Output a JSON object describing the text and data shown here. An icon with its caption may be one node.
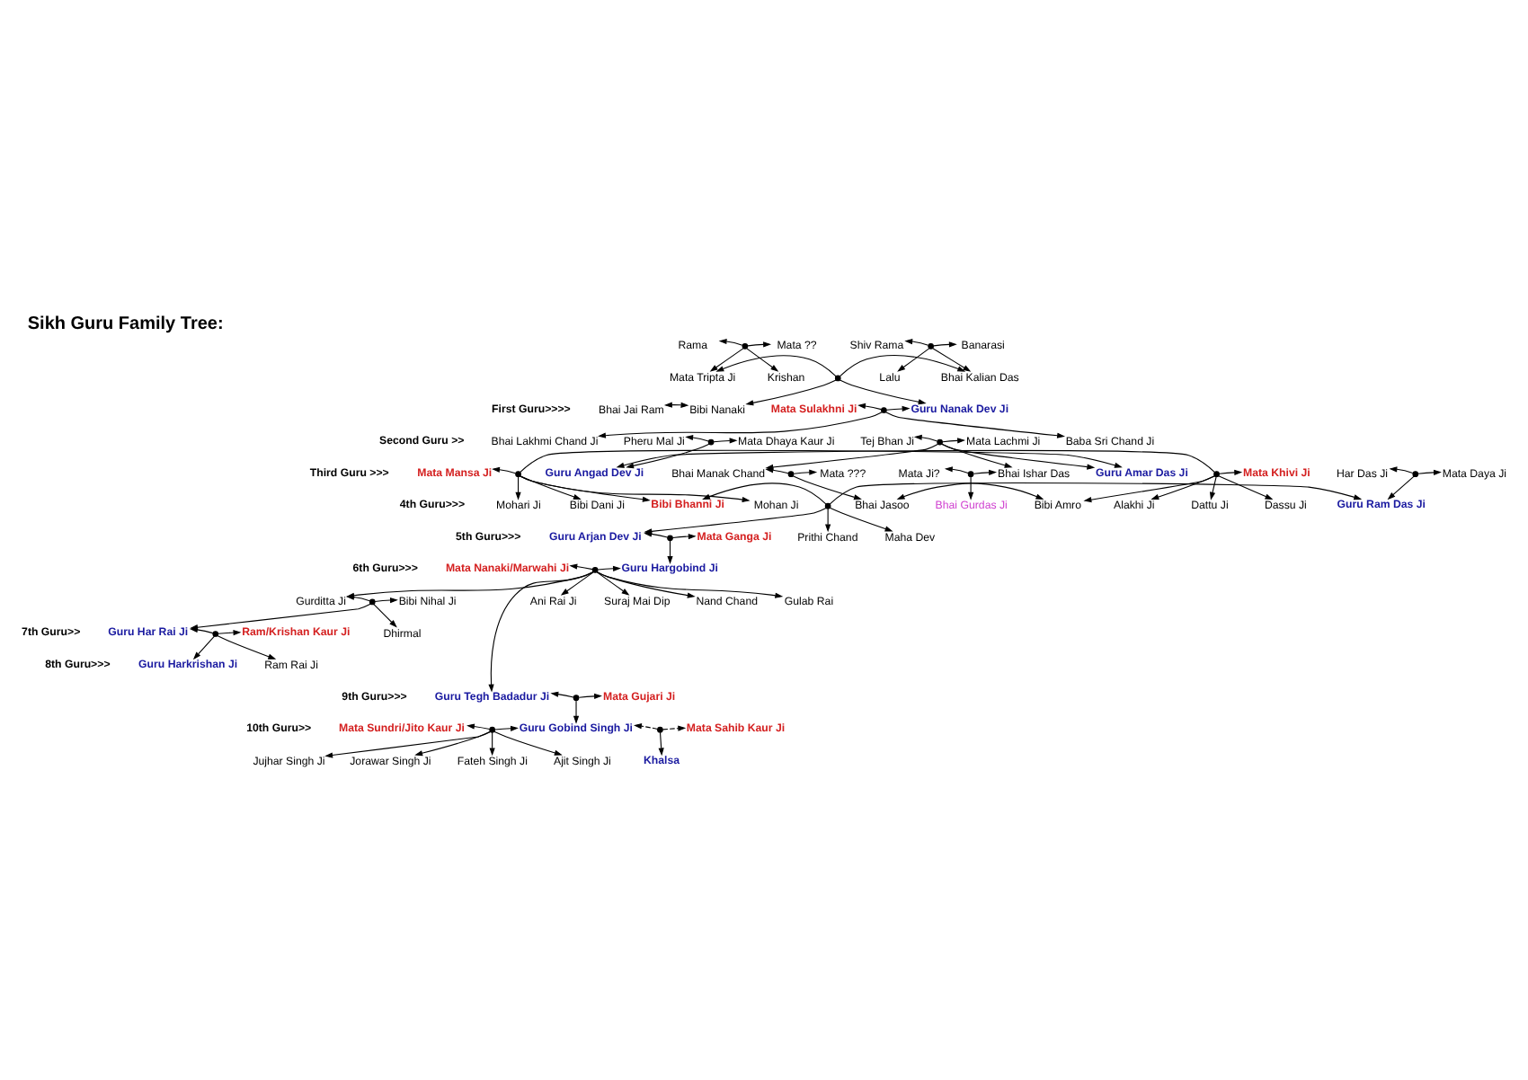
{
  "diagram": {
    "title": "Sikh Guru Family Tree:",
    "nodes": [
      {
        "text": [
          "Rama"
        ]
      },
      {
        "text": [],
        "shape": "circle"
      },
      {
        "text": [
          "Mata ??"
        ]
      },
      {
        "text": [
          "Shiv Rama"
        ]
      },
      {
        "text": [],
        "shape": "circle"
      },
      {
        "text": [
          "Banarasi"
        ]
      },
      {
        "text": [
          "Krishan"
        ]
      },
      {
        "text": [
          "Mata Tripta Ji"
        ]
      },
      {
        "text": [],
        "shape": "circle"
      },
      {
        "text": [
          "Bhai Kalian Das"
        ]
      },
      {
        "text": [
          "Lalu"
        ]
      },
      {
        "text": [
          "Pheru Mal Ji"
        ]
      },
      {
        "text": [],
        "shape": "circle"
      },
      {
        "text": [
          "Mata Dhaya Kaur Ji"
        ]
      },
      {
        "text": [
          "Bhai Jai Ram"
        ]
      },
      {
        "text": [
          "Bibi Nanaki"
        ]
      },
      {
        "text": [
          "Mata Sulakhni Ji"
        ]
      },
      {
        "text": [],
        "shape": "circle"
      },
      {
        "text": [
          "Guru Nanak Dev Ji"
        ]
      },
      {
        "text": [
          "Baba Sri Chand Ji"
        ]
      },
      {
        "text": [
          "Bhai Lakhmi Chand Ji"
        ]
      },
      {
        "text": [
          "Guru Angad Dev Ji"
        ]
      },
      {
        "text": [],
        "shape": "circle"
      },
      {
        "text": [
          "Mata Khivi Ji"
        ]
      },
      {
        "text": [
          "Tej Bhan Ji"
        ]
      },
      {
        "text": [],
        "shape": "circle"
      },
      {
        "text": [
          "Mata Lachmi Ji"
        ]
      },
      {
        "text": [
          "Mata Ji?"
        ]
      },
      {
        "text": [],
        "shape": "circle"
      },
      {
        "text": [
          "Bhai Ishar Das"
        ]
      },
      {
        "text": [
          "Bhai Manak Chand"
        ]
      },
      {
        "text": [],
        "shape": "circle"
      },
      {
        "text": [
          "Mata ???"
        ]
      },
      {
        "text": [
          "Mata Mansa Ji"
        ]
      },
      {
        "text": [],
        "shape": "circle"
      },
      {
        "text": [
          "Guru Amar Das Ji"
        ]
      },
      {
        "text": [
          "Har Das Ji"
        ]
      },
      {
        "text": [],
        "shape": "circle"
      },
      {
        "text": [
          "Mata Daya Ji"
        ]
      },
      {
        "text": [
          "Bhai Gurdas Ji"
        ]
      },
      {
        "text": [
          "Mohan Ji"
        ]
      },
      {
        "text": [
          "Mohari Ji"
        ]
      },
      {
        "text": [
          "Bibi Dani Ji"
        ]
      },
      {
        "text": [
          "Bibi Bhanni Ji"
        ]
      },
      {
        "text": [],
        "shape": "circle"
      },
      {
        "text": [
          "Guru Ram Das Ji"
        ]
      },
      {
        "text": [
          "Bhai Jasoo"
        ]
      },
      {
        "text": [
          "Bibi Amro"
        ]
      },
      {
        "text": [
          "Alakhi Ji"
        ]
      },
      {
        "text": [
          "Dattu Ji"
        ]
      },
      {
        "text": [
          "Dassu Ji"
        ]
      },
      {
        "text": [
          "Prithi Chand"
        ]
      },
      {
        "text": [
          "Maha Dev"
        ]
      },
      {
        "text": [
          "Guru Arjan Dev Ji"
        ]
      },
      {
        "text": [],
        "shape": "circle"
      },
      {
        "text": [
          "Mata Ganga Ji"
        ]
      },
      {
        "text": [
          "Mata Nanaki/Marwahi Ji"
        ]
      },
      {
        "text": [],
        "shape": "circle"
      },
      {
        "text": [
          "Guru Hargobind Ji"
        ]
      },
      {
        "text": [
          "Gurditta Ji"
        ]
      },
      {
        "text": [],
        "shape": "circle"
      },
      {
        "text": [
          "Bibi Nihal Ji"
        ]
      },
      {
        "text": [
          "Ani Rai Ji"
        ]
      },
      {
        "text": [
          "Suraj Mai Dip"
        ]
      },
      {
        "text": [
          "Nand Chand"
        ]
      },
      {
        "text": [
          "Gulab Rai"
        ]
      },
      {
        "text": [
          "Dhirmal"
        ]
      },
      {
        "text": [
          "Guru Har Rai Ji"
        ]
      },
      {
        "text": [],
        "shape": "circle"
      },
      {
        "text": [
          "Ram/Krishan Kaur Ji"
        ]
      },
      {
        "text": [
          "Ram Rai Ji"
        ]
      },
      {
        "text": [
          "Guru Harkrishan Ji"
        ]
      },
      {
        "text": [
          "Guru Tegh Badadur Ji"
        ]
      },
      {
        "text": [],
        "shape": "circle"
      },
      {
        "text": [
          "Mata Gujari Ji"
        ]
      },
      {
        "text": [
          "Mata Sundri/Jito Kaur Ji"
        ]
      },
      {
        "text": [],
        "shape": "circle"
      },
      {
        "text": [
          "Guru Gobind Singh Ji"
        ]
      },
      {
        "text": [],
        "shape": "circle"
      },
      {
        "text": [
          "Mata Sahib Kaur Ji"
        ]
      },
      {
        "text": [
          "Ajit Singh Ji"
        ]
      },
      {
        "text": [
          "Jujhar Singh Ji"
        ]
      },
      {
        "text": [
          "Jorawar Singh Ji"
        ]
      },
      {
        "text": [
          "Fateh Singh Ji"
        ]
      },
      {
        "text": [
          "Khalsa"
        ]
      }
    ],
    "edges": [
      {
        "from": 1,
        "to": 0,
        "arrow": "to"
      },
      {
        "from": 1,
        "to": 2,
        "arrow": "to"
      },
      {
        "from": 4,
        "to": 3,
        "arrow": "to"
      },
      {
        "from": 4,
        "to": 5,
        "arrow": "to"
      },
      {
        "from": 1,
        "to": 6,
        "arrow": "to"
      },
      {
        "from": 1,
        "to": 7,
        "arrow": "to"
      },
      {
        "from": 4,
        "to": 9,
        "arrow": "to"
      },
      {
        "from": 4,
        "to": 10,
        "arrow": "to"
      },
      {
        "from": 8,
        "to": 7,
        "arrow": "to"
      },
      {
        "from": 8,
        "to": 9,
        "arrow": "to"
      },
      {
        "from": 12,
        "to": 11,
        "arrow": "to"
      },
      {
        "from": 12,
        "to": 13,
        "arrow": "to"
      },
      {
        "from": 8,
        "to": 15,
        "arrow": "to"
      },
      {
        "from": 8,
        "to": 18,
        "arrow": "to"
      },
      {
        "from": 14,
        "to": 15,
        "arrow": "both"
      },
      {
        "from": 17,
        "to": 16,
        "arrow": "to"
      },
      {
        "from": 17,
        "to": 18,
        "arrow": "to"
      },
      {
        "from": 17,
        "to": 19,
        "arrow": "to"
      },
      {
        "from": 17,
        "to": 20,
        "arrow": "to"
      },
      {
        "from": 12,
        "to": 21,
        "arrow": "to"
      },
      {
        "from": 22,
        "to": 21,
        "arrow": "to"
      },
      {
        "from": 22,
        "to": 23,
        "arrow": "to"
      },
      {
        "from": 25,
        "to": 24,
        "arrow": "to"
      },
      {
        "from": 25,
        "to": 26,
        "arrow": "to"
      },
      {
        "from": 25,
        "to": 29,
        "arrow": "to"
      },
      {
        "from": 25,
        "to": 35,
        "arrow": "to"
      },
      {
        "from": 25,
        "to": 30,
        "arrow": "to"
      },
      {
        "from": 28,
        "to": 27,
        "arrow": "to"
      },
      {
        "from": 28,
        "to": 29,
        "arrow": "to"
      },
      {
        "from": 31,
        "to": 30,
        "arrow": "to"
      },
      {
        "from": 31,
        "to": 32,
        "arrow": "to"
      },
      {
        "from": 34,
        "to": 33,
        "arrow": "to"
      },
      {
        "from": 34,
        "to": 35,
        "arrow": "to"
      },
      {
        "from": 37,
        "to": 36,
        "arrow": "to"
      },
      {
        "from": 37,
        "to": 38,
        "arrow": "to"
      },
      {
        "from": 28,
        "to": 39,
        "arrow": "to"
      },
      {
        "from": 34,
        "to": 40,
        "arrow": "to"
      },
      {
        "from": 34,
        "to": 41,
        "arrow": "to"
      },
      {
        "from": 34,
        "to": 42,
        "arrow": "to"
      },
      {
        "from": 34,
        "to": 43,
        "arrow": "to"
      },
      {
        "from": 37,
        "to": 45,
        "arrow": "to"
      },
      {
        "from": 44,
        "to": 43,
        "arrow": "to"
      },
      {
        "from": 44,
        "to": 45,
        "arrow": "to"
      },
      {
        "from": 31,
        "to": 46,
        "arrow": "to"
      },
      {
        "from": 46,
        "to": 47,
        "arrow": "both"
      },
      {
        "from": 22,
        "to": 47,
        "arrow": "to"
      },
      {
        "from": 22,
        "to": 48,
        "arrow": "to"
      },
      {
        "from": 22,
        "to": 49,
        "arrow": "to"
      },
      {
        "from": 22,
        "to": 50,
        "arrow": "to"
      },
      {
        "from": 44,
        "to": 51,
        "arrow": "to"
      },
      {
        "from": 44,
        "to": 52,
        "arrow": "to"
      },
      {
        "from": 44,
        "to": 53,
        "arrow": "to"
      },
      {
        "from": 54,
        "to": 53,
        "arrow": "to"
      },
      {
        "from": 54,
        "to": 55,
        "arrow": "to"
      },
      {
        "from": 54,
        "to": 58,
        "arrow": "to"
      },
      {
        "from": 57,
        "to": 56,
        "arrow": "to"
      },
      {
        "from": 57,
        "to": 58,
        "arrow": "to"
      },
      {
        "from": 57,
        "to": 59,
        "arrow": "to"
      },
      {
        "from": 57,
        "to": 62,
        "arrow": "to"
      },
      {
        "from": 57,
        "to": 72,
        "arrow": "to"
      },
      {
        "from": 57,
        "to": 63,
        "arrow": "to"
      },
      {
        "from": 57,
        "to": 64,
        "arrow": "to"
      },
      {
        "from": 57,
        "to": 65,
        "arrow": "to"
      },
      {
        "from": 60,
        "to": 59,
        "arrow": "to"
      },
      {
        "from": 60,
        "to": 61,
        "arrow": "to"
      },
      {
        "from": 60,
        "to": 66,
        "arrow": "to"
      },
      {
        "from": 60,
        "to": 67,
        "arrow": "to"
      },
      {
        "from": 68,
        "to": 67,
        "arrow": "to"
      },
      {
        "from": 68,
        "to": 69,
        "arrow": "to"
      },
      {
        "from": 68,
        "to": 70,
        "arrow": "to"
      },
      {
        "from": 68,
        "to": 71,
        "arrow": "to"
      },
      {
        "from": 73,
        "to": 72,
        "arrow": "to"
      },
      {
        "from": 73,
        "to": 74,
        "arrow": "to"
      },
      {
        "from": 73,
        "to": 77,
        "arrow": "to"
      },
      {
        "from": 76,
        "to": 75,
        "arrow": "to"
      },
      {
        "from": 76,
        "to": 77,
        "arrow": "to"
      },
      {
        "from": 78,
        "to": 77,
        "arrow": "to",
        "style": "dashed"
      },
      {
        "from": 78,
        "to": 79,
        "arrow": "to",
        "style": "dashed"
      },
      {
        "from": 76,
        "to": 80,
        "arrow": "to"
      },
      {
        "from": 76,
        "to": 81,
        "arrow": "to"
      },
      {
        "from": 76,
        "to": 82,
        "arrow": "to"
      },
      {
        "from": 76,
        "to": 83,
        "arrow": "to"
      },
      {
        "from": 78,
        "to": 84,
        "arrow": "to"
      }
    ],
    "labels": [
      "First Guru>>>>",
      "Second Guru >>",
      "Third Guru >>>",
      "4th Guru>>>",
      "5th Guru>>>",
      "6th Guru>>>",
      "7th Guru>>",
      "8th Guru>>>",
      "9th Guru>>>",
      "10th Guru>>"
    ]
  }
}
